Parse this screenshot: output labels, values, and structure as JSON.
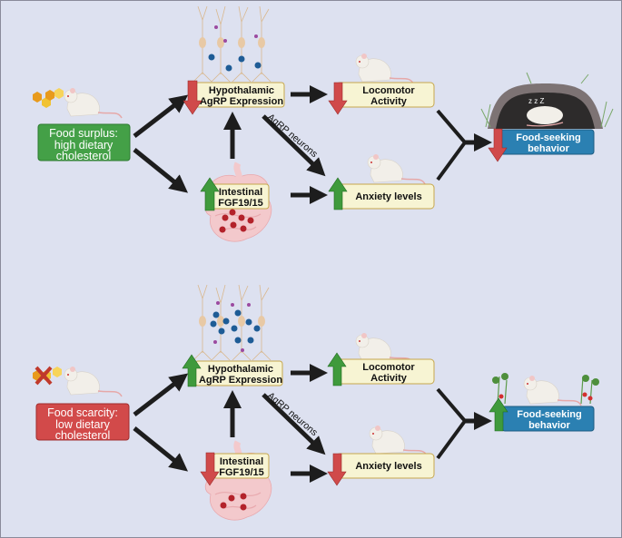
{
  "colors": {
    "background": "#dde1f0",
    "surplus": "#44a047",
    "scarcity": "#d24a4a",
    "behavior": "#2b80b2",
    "box_fill": "#f7f4d3",
    "box_border": "#c6a64c",
    "up_arrow": "#3f9a3c",
    "down_arrow": "#d04a4a"
  },
  "panels": [
    {
      "condition": {
        "line1": "Food surplus:",
        "line2": "high dietary",
        "line3": "cholesterol"
      },
      "hypothalamic": {
        "line1": "Hypothalamic",
        "line2": "AgRP Expression",
        "direction": "down"
      },
      "intestinal": {
        "line1": "Intestinal",
        "line2": "FGF19/15",
        "direction": "up"
      },
      "locomotor": {
        "line1": "Locomotor",
        "line2": "Activity",
        "direction": "down"
      },
      "anxiety": {
        "label": "Anxiety levels",
        "direction": "up"
      },
      "pathway_label": "AgRP neurons",
      "outcome": {
        "line1": "Food-seeking",
        "line2": "behavior",
        "direction": "down"
      },
      "sleep_glyph": "z z Z"
    },
    {
      "condition": {
        "line1": "Food scarcity:",
        "line2": "low dietary",
        "line3": "cholesterol"
      },
      "hypothalamic": {
        "line1": "Hypothalamic",
        "line2": "AgRP Expression",
        "direction": "up"
      },
      "intestinal": {
        "line1": "Intestinal",
        "line2": "FGF19/15",
        "direction": "down"
      },
      "locomotor": {
        "line1": "Locomotor",
        "line2": "Activity",
        "direction": "up"
      },
      "anxiety": {
        "label": "Anxiety levels",
        "direction": "down"
      },
      "pathway_label": "AgRP neurons",
      "outcome": {
        "line1": "Food-seeking",
        "line2": "behavior",
        "direction": "up"
      }
    }
  ]
}
